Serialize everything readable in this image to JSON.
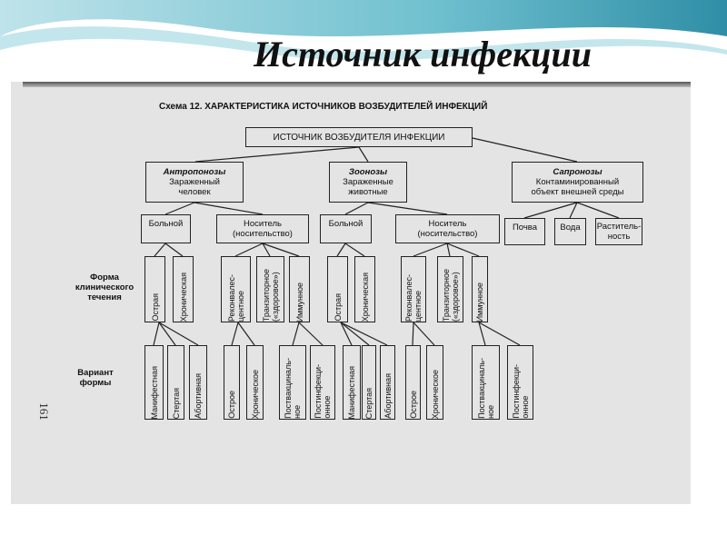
{
  "slide": {
    "title": "Источник инфекции",
    "page_number": "161"
  },
  "scheme": {
    "caption": "Схема 12. ХАРАКТЕРИСТИКА ИСТОЧНИКОВ ВОЗБУДИТЕЛЕЙ ИНФЕКЦИЙ",
    "root": "ИСТОЧНИК ВОЗБУДИТЕЛЯ ИНФЕКЦИИ",
    "groups": [
      {
        "name": "Антропонозы",
        "desc": "Зараженный\nчеловек"
      },
      {
        "name": "Зоонозы",
        "desc": "Зараженные\nживотные"
      },
      {
        "name": "Сапронозы",
        "desc": "Контаминированный\nобъект внешней среды"
      }
    ],
    "level2": [
      "Больной",
      "Носитель\n(носительство)",
      "Больной",
      "Носитель\n(носительство)",
      "Почва",
      "Вода",
      "Раститель-\nность"
    ],
    "level3": [
      "Острая",
      "Хроническая",
      "Реконвалес-\nцентное",
      "Транзиторное\n(«здоровое»)",
      "Иммунное",
      "Острая",
      "Хроническая",
      "Реконвалес-\nцентное",
      "Транзиторное\n(«здоровое»)",
      "Иммунное"
    ],
    "level4": [
      "Манифестная",
      "Стертая",
      "Абортивная",
      "Острое",
      "Хроническое",
      "Поствакциналь-\nное",
      "Постинфекци-\nонное",
      "Манифестная",
      "Стертая",
      "Абортивная",
      "Острое",
      "Хроническое",
      "Поствакциналь-\nное",
      "Постинфекци-\nонное"
    ],
    "row_labels": {
      "clinical_form": "Форма\nклинического\nтечения",
      "variant": "Вариант\nформы"
    }
  }
}
